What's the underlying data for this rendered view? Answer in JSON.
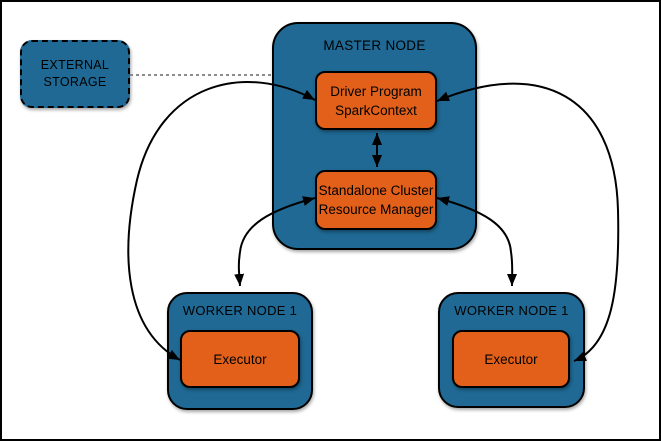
{
  "colors": {
    "node_fill": "#1F6994",
    "component_fill": "#E2601A",
    "outline": "#000000",
    "dashed_link": "#8C8C8C",
    "background": "#FFFFFF"
  },
  "nodes": {
    "external_storage": {
      "line1": "EXTERNAL",
      "line2": "STORAGE"
    },
    "master": {
      "label": "MASTER NODE",
      "driver": {
        "line1": "Driver Program",
        "line2": "SparkContext"
      },
      "resource_manager": {
        "line1": "Standalone Cluster",
        "line2": "Resource Manager"
      }
    },
    "worker_left": {
      "label": "WORKER NODE 1",
      "executor_label": "Executor"
    },
    "worker_right": {
      "label": "WORKER NODE 1",
      "executor_label": "Executor"
    }
  }
}
